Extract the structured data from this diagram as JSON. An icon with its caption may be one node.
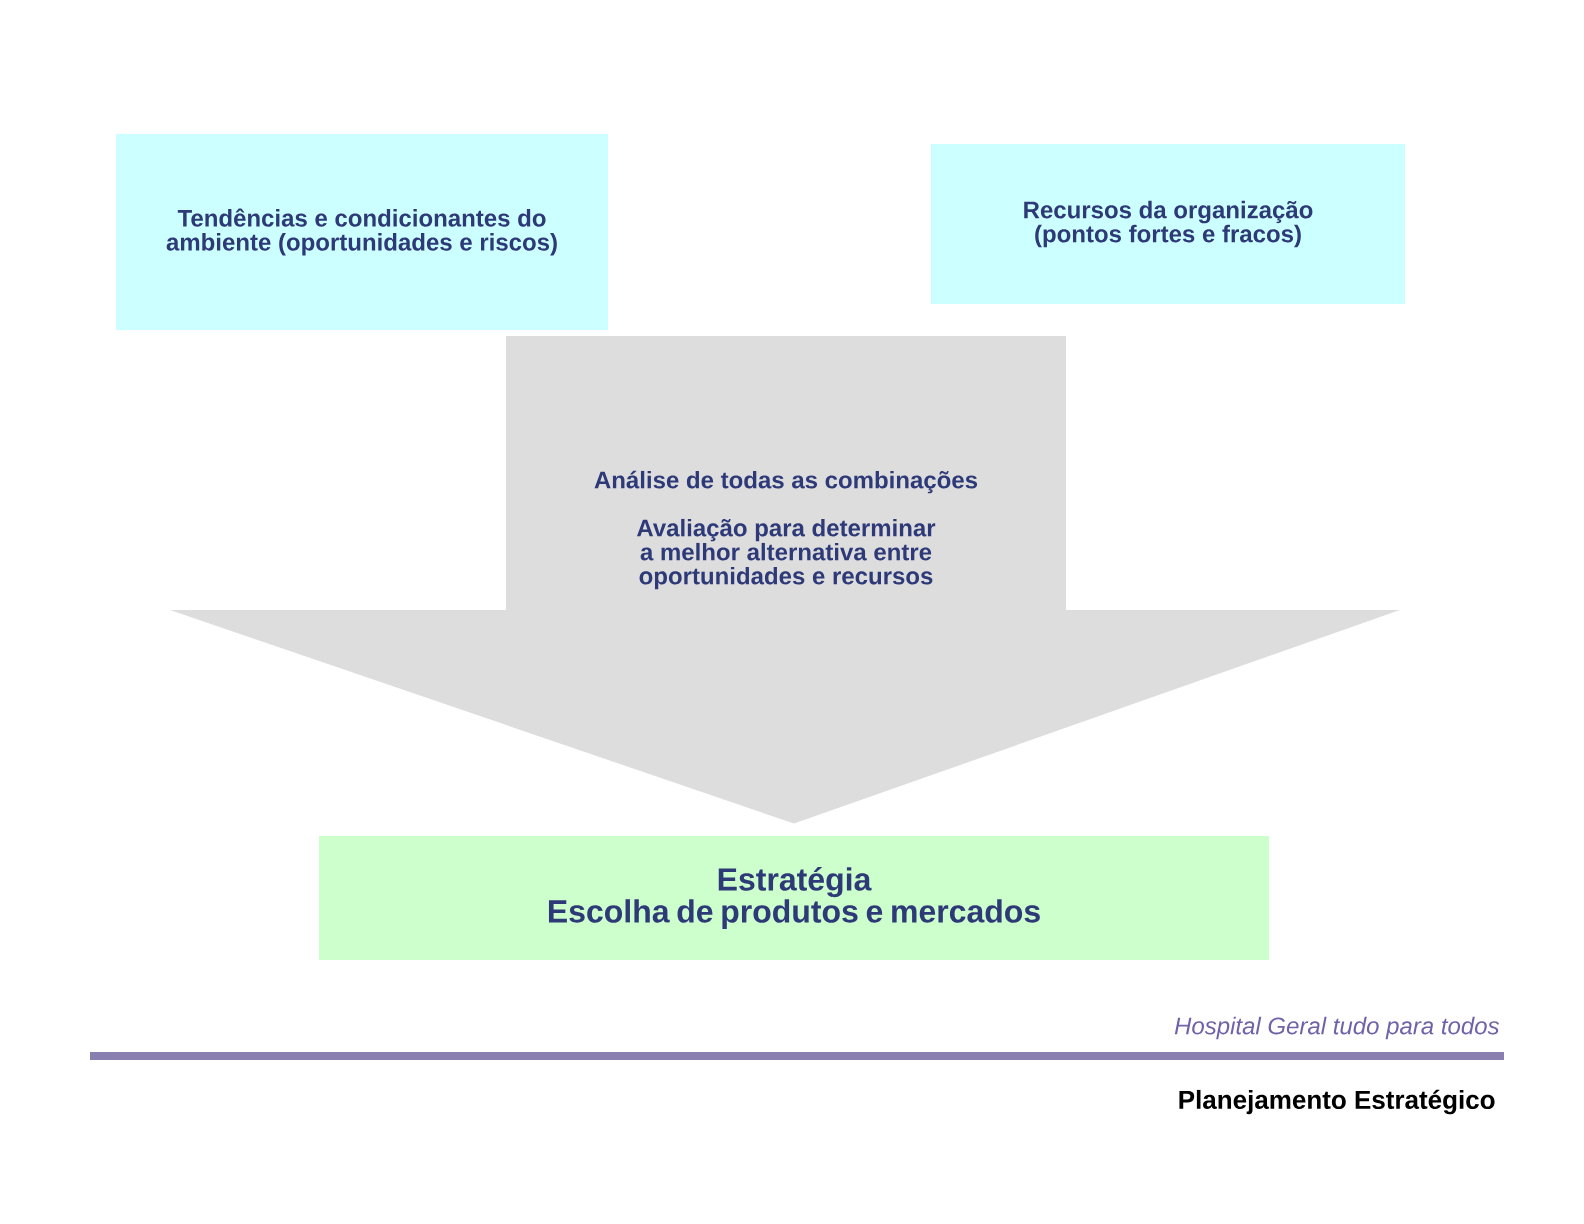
{
  "diagram": {
    "nodes": [
      {
        "text": [
          "Tendências e condicionantes do ambiente (oportunidades e riscos)"
        ]
      },
      {
        "text": [
          "Recursos da organização (pontos fortes e fracos)"
        ]
      },
      {
        "text": [
          "Análise de todas as combinações",
          "Avaliação para determinar a melhor alternativa entre oportunidades e recursos"
        ]
      },
      {
        "text": [
          "Estratégia",
          "Escolha de produtos e mercados"
        ]
      }
    ],
    "edges": [
      {
        "from": 0,
        "to": 3,
        "arrow": "to"
      },
      {
        "from": 1,
        "to": 3,
        "arrow": "to"
      }
    ],
    "labels": [
      "Hospital Geral tudo para todos",
      "Planejamento  Estratégico"
    ]
  }
}
